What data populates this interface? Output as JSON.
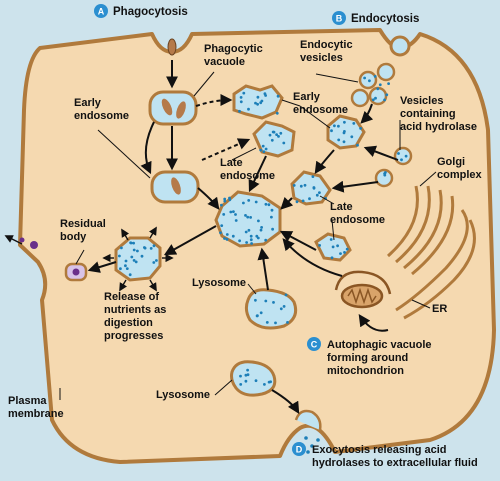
{
  "sections": [
    {
      "letter": "A",
      "title": "Phagocytosis"
    },
    {
      "letter": "B",
      "title": "Endocytosis"
    },
    {
      "letter": "C",
      "title": [
        "Autophagic vacuole",
        "forming around",
        "mitochondrion"
      ]
    },
    {
      "letter": "D",
      "title": [
        "Exocytosis releasing acid",
        "hydrolases to extracellular fluid"
      ]
    }
  ],
  "labels": {
    "phagocytic_vacuole": [
      "Phagocytic",
      "vacuole"
    ],
    "early_endosome_left": [
      "Early",
      "endosome"
    ],
    "endocytic_vesicles": [
      "Endocytic",
      "vesicles"
    ],
    "early_endosome_right": [
      "Early",
      "endosome"
    ],
    "vesicles_acid_hydrolase": [
      "Vesicles",
      "containing",
      "acid hydrolase"
    ],
    "golgi_complex": [
      "Golgi",
      "complex"
    ],
    "late_endosome_left": [
      "Late",
      "endosome"
    ],
    "late_endosome_right": [
      "Late",
      "endosome"
    ],
    "residual_body": [
      "Residual",
      "body"
    ],
    "release_nutrients": [
      "Release of",
      "nutrients as",
      "digestion",
      "progresses"
    ],
    "lysosome_mid": [
      "Lysosome"
    ],
    "er": [
      "ER"
    ],
    "plasma_membrane": [
      "Plasma",
      "membrane"
    ],
    "lysosome_bottom": [
      "Lysosome"
    ]
  },
  "colors": {
    "cytoplasm": "#f5d9b0",
    "membrane": "#b07a3c",
    "vesicle_fill": "#bfe3f2",
    "dot": "#1d7fb8",
    "badge": "#2b8fd0",
    "background": "#cde3ec"
  }
}
